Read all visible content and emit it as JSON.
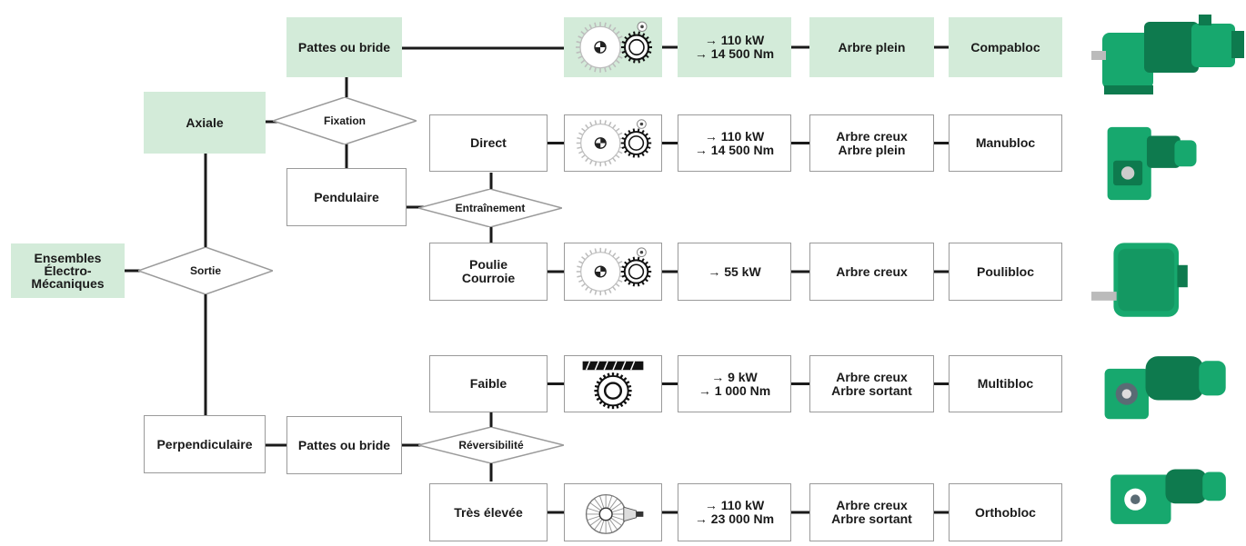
{
  "root": {
    "lines": [
      "Ensembles",
      "Électro-",
      "Mécaniques"
    ]
  },
  "sortie": "Sortie",
  "axiale": "Axiale",
  "perpendiculaire": "Perpendiculaire",
  "fixation": "Fixation",
  "entrainement": "Entraînement",
  "reversibilite": "Réversibilité",
  "pattes_ou_bride_top": "Pattes ou bride",
  "pendulaire": "Pendulaire",
  "pattes_ou_bride_bottom": "Pattes ou bride",
  "rows": [
    {
      "key": "compabloc",
      "type": [
        "Pattes ou bride"
      ],
      "gear_icon": "spur-gear-icon",
      "power": [
        "→ 110 kW",
        "→ 14 500 Nm"
      ],
      "shaft": [
        "Arbre plein"
      ],
      "product": "Compabloc",
      "highlight": true,
      "color": "#d3ebd9"
    },
    {
      "key": "manubloc",
      "type": [
        "Direct"
      ],
      "gear_icon": "spur-gear-icon",
      "power": [
        "→ 110 kW",
        "→ 14 500 Nm"
      ],
      "shaft": [
        "Arbre creux",
        "Arbre plein"
      ],
      "product": "Manubloc",
      "highlight": false
    },
    {
      "key": "poulibloc",
      "type": [
        "Poulie",
        "Courroie"
      ],
      "gear_icon": "spur-gear-icon",
      "power": [
        "→ 55 kW"
      ],
      "shaft": [
        "Arbre creux"
      ],
      "product": "Poulibloc",
      "highlight": false
    },
    {
      "key": "multibloc",
      "type": [
        "Faible"
      ],
      "gear_icon": "worm-gear-icon",
      "power": [
        "→ 9 kW",
        "→ 1 000 Nm"
      ],
      "shaft": [
        "Arbre creux",
        "Arbre sortant"
      ],
      "product": "Multibloc",
      "highlight": false
    },
    {
      "key": "orthobloc",
      "type": [
        "Très élevée"
      ],
      "gear_icon": "bevel-gear-icon",
      "power": [
        "→ 110 kW",
        "→ 23 000 Nm"
      ],
      "shaft": [
        "Arbre creux",
        "Arbre sortant"
      ],
      "product": "Orthobloc",
      "highlight": false
    }
  ],
  "colors": {
    "green_fill": "#d3ebd9",
    "border": "#9a9a9a",
    "connector": "#1a1a1a",
    "product_green": "#17a86e"
  }
}
